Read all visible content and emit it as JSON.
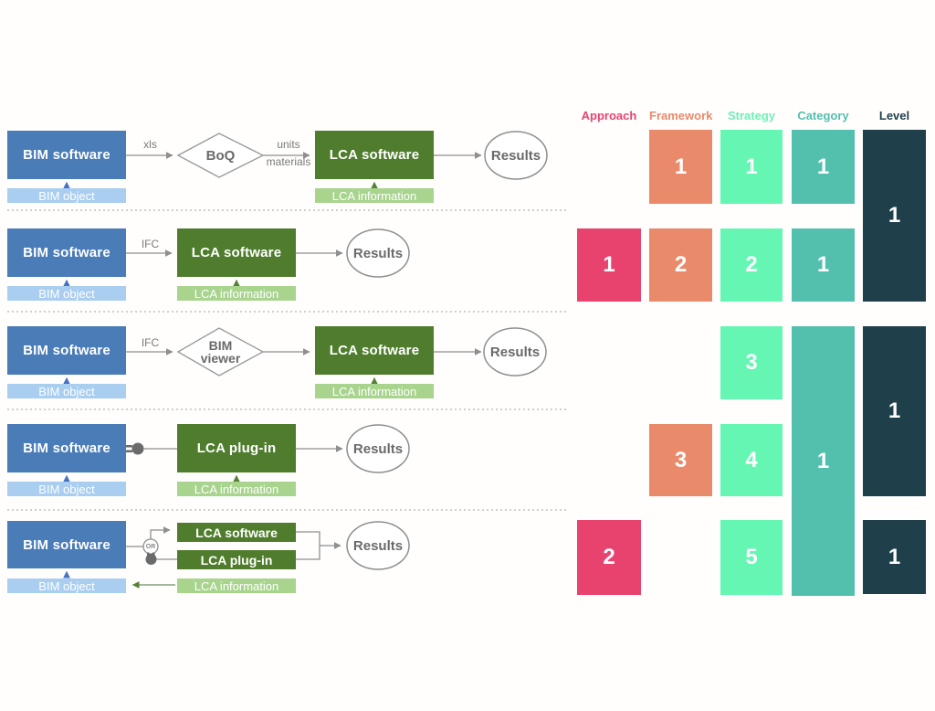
{
  "colors": {
    "bim_blue": "#4a7cb8",
    "bim_object_blue": "#a9cef0",
    "lca_green": "#4f7d2d",
    "lca_info_green": "#a8d48e",
    "approach_pink": "#e8436f",
    "framework_salmon": "#e98a6b",
    "strategy_mint": "#66f6b3",
    "category_teal": "#53bfad",
    "level_dark": "#1f3f4a",
    "connector_gray": "#8f8f8f",
    "blue_arrow": "#4472c4",
    "green_arrow": "#548235"
  },
  "rows": [
    {
      "bim_software": "BIM software",
      "bim_object": "BIM object",
      "edge1": "xls",
      "diamond1": "BoQ",
      "diamond2": "",
      "edge2a": "units",
      "edge2b": "materials",
      "lca": "LCA software",
      "lca_info": "LCA information",
      "results": "Results"
    },
    {
      "bim_software": "BIM software",
      "bim_object": "BIM object",
      "edge1": "IFC",
      "lca": "LCA software",
      "lca_info": "LCA information",
      "results": "Results"
    },
    {
      "bim_software": "BIM software",
      "bim_object": "BIM object",
      "edge1": "IFC",
      "diamond1": "BIM",
      "diamond2": "viewer",
      "lca": "LCA software",
      "lca_info": "LCA information",
      "results": "Results"
    },
    {
      "bim_software": "BIM software",
      "bim_object": "BIM object",
      "lca": "LCA plug-in",
      "lca_info": "LCA information",
      "results": "Results"
    },
    {
      "bim_software": "BIM software",
      "bim_object": "BIM object",
      "or_label": "OR",
      "lca_a": "LCA software",
      "lca_b": "LCA plug-in",
      "lca_info": "LCA information",
      "results": "Results"
    }
  ],
  "matrix": {
    "headers": [
      {
        "label": "Approach"
      },
      {
        "label": "Framework"
      },
      {
        "label": "Strategy"
      },
      {
        "label": "Category"
      },
      {
        "label": "Level"
      }
    ],
    "cells": {
      "framework_r1": "1",
      "strategy_r1": "1",
      "category_r1": "1",
      "level_r12": "1",
      "approach_r2": "1",
      "framework_r2": "2",
      "strategy_r2": "2",
      "category_r2": "1",
      "strategy_r3": "3",
      "category_r345": "1",
      "level_r34": "1",
      "framework_r4": "3",
      "strategy_r4": "4",
      "approach_r5": "2",
      "strategy_r5": "5",
      "level_r5": "1"
    }
  }
}
